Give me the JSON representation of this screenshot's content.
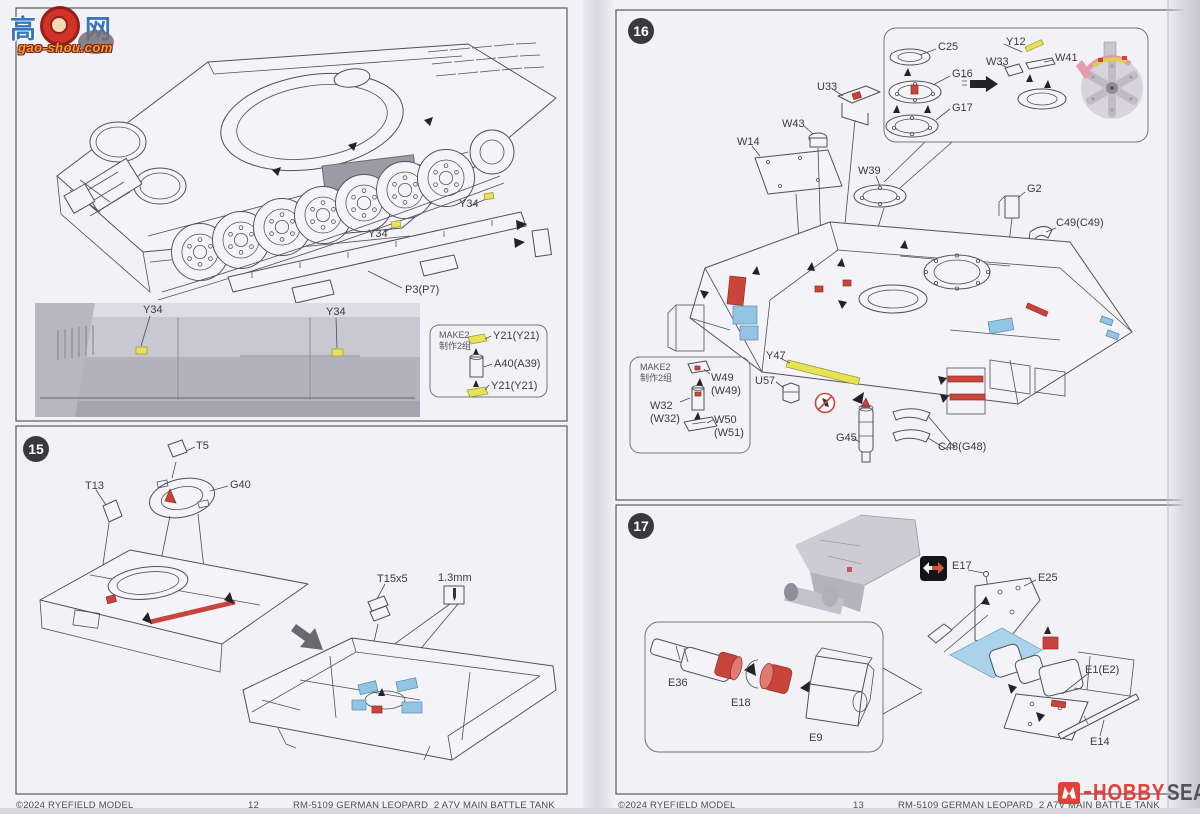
{
  "colors": {
    "highlight_red": "#c9453c",
    "highlight_blue": "#92c4e4",
    "highlight_yellow": "#e7e257",
    "step_badge": "#39383d",
    "hobby_red": "#e2342b"
  },
  "watermarks": {
    "gaoshou": {
      "left_char": "高",
      "right_char": "网",
      "url": "gao-shou.com"
    },
    "hobby": {
      "word1": "HOBBY",
      "word2": "SEARCH"
    }
  },
  "footers": {
    "left": {
      "copyright": "©2024 RYEFIELD MODEL",
      "page": "12",
      "title": "RM-5109 GERMAN LEOPARD  2 A7V MAIN BATTLE TANK"
    },
    "right": {
      "copyright": "©2024 RYEFIELD MODEL",
      "page": "13",
      "title": "RM-5109 GERMAN LEOPARD  2 A7V MAIN BATTLE TANK"
    }
  },
  "step14": {
    "y34_side_a": "Y34",
    "y34_side_b": "Y34",
    "p3": "P3(P7)",
    "y34_photo_a": "Y34",
    "y34_photo_b": "Y34",
    "make2_title": "MAKE2",
    "make2_subtitle": "制作2组",
    "y21_top": "Y21(Y21)",
    "a40": "A40(A39)",
    "y21_bottom": "Y21(Y21)"
  },
  "step15": {
    "number": "15",
    "t5": "T5",
    "t13": "T13",
    "g40": "G40",
    "t15": "T15x5",
    "drill": "1.3mm"
  },
  "step16": {
    "number": "16",
    "c25": "C25",
    "g16": "G16",
    "g17": "G17",
    "w33": "W33",
    "y12": "Y12",
    "w41": "W41",
    "u33": "U33",
    "w43": "W43",
    "w14": "W14",
    "w39": "W39",
    "g2": "G2",
    "c49": "C49(C49)",
    "make2_title": "MAKE2",
    "make2_subtitle": "制作2组",
    "w49": "W49\n(W49)",
    "w32": "W32\n(W32)",
    "w50": "W50\n(W51)",
    "y47": "Y47",
    "u57": "U57",
    "g45": "G45",
    "c48": "C48(G48)"
  },
  "step17": {
    "number": "17",
    "e17": "E17",
    "e25": "E25",
    "e36": "E36",
    "e18": "E18",
    "e9": "E9",
    "e1": "E1(E2)",
    "e14": "E14"
  }
}
